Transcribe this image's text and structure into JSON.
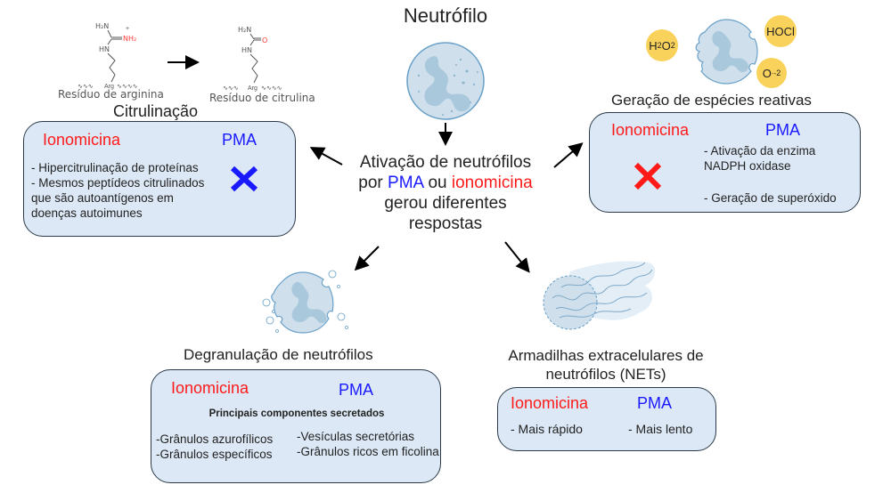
{
  "center": {
    "title": "Neutrófilo",
    "activation_line1": "Ativação de neutrófilos",
    "activation_por": "por ",
    "activation_pma": "PMA",
    "activation_ou": " ou ",
    "activation_iono": "ionomicina",
    "activation_line3": "gerou diferentes",
    "activation_line4": "respostas"
  },
  "citrulination": {
    "arginine_label": "Resíduo de arginina",
    "citrulline_label": "Resíduo de citrulina",
    "arg_abbrev": "Arg",
    "title": "Citrulinação",
    "ionomycin_label": "Ionomicina",
    "pma_label": "PMA",
    "ionomycin_items": [
      "- Hipercitrulinação de proteínas",
      "- Mesmos peptídeos citrulinados que são autoantígenos em doenças autoimunes"
    ],
    "pma_result": "none"
  },
  "ros": {
    "title": "Geração de espécies reativas",
    "molecules": [
      "H2O2",
      "HOCl",
      "O·-2"
    ],
    "ionomycin_label": "Ionomicina",
    "pma_label": "PMA",
    "ionomycin_result": "none",
    "pma_items": [
      "- Ativação da enzima NADPH oxidase",
      "- Geração de superóxido"
    ]
  },
  "degranulation": {
    "title": "Degranulação de neutrófilos",
    "ionomycin_label": "Ionomicina",
    "pma_label": "PMA",
    "subtitle": "Principais componentes secretados",
    "left_items": [
      "-Grânulos azurofílicos",
      "-Grânulos específicos"
    ],
    "right_items": [
      "-Vesículas secretórias",
      "-Grânulos ricos em ficolina"
    ]
  },
  "nets": {
    "title_line1": "Armadilhas extracelulares de",
    "title_line2": "neutrófilos (NETs)",
    "ionomycin_label": "Ionomicina",
    "pma_label": "PMA",
    "ionomycin_item": "- Mais rápido",
    "pma_item": "- Mais lento"
  },
  "colors": {
    "ionomycin": "#ff1a1a",
    "pma": "#1a1aff",
    "box_fill": "#dce8f5",
    "cell_fill": "#cfe0ec",
    "nucleus_fill": "#a9c8dc",
    "ros_bubble": "#f9d25c"
  }
}
